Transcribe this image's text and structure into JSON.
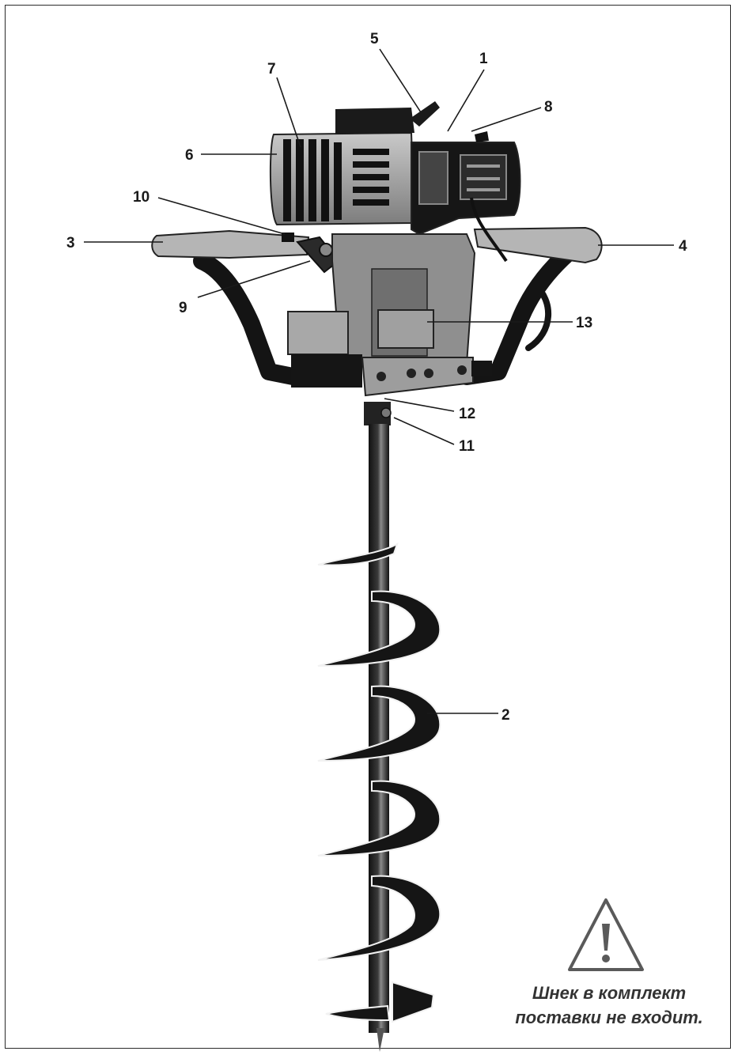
{
  "callouts": {
    "c1": "1",
    "c2": "2",
    "c3": "3",
    "c4": "4",
    "c5": "5",
    "c6": "6",
    "c7": "7",
    "c8": "8",
    "c9": "9",
    "c10": "10",
    "c11": "11",
    "c12": "12",
    "c13": "13"
  },
  "warning": {
    "icon": "warning-triangle-icon",
    "line1": "Шнек в комплект",
    "line2": "поставки не входит."
  },
  "colors": {
    "ink": "#1a1a1a",
    "engine_gray": "#9a9a9a",
    "handle_gray": "#b3b3b3",
    "warning_gray": "#5a5a5a"
  }
}
